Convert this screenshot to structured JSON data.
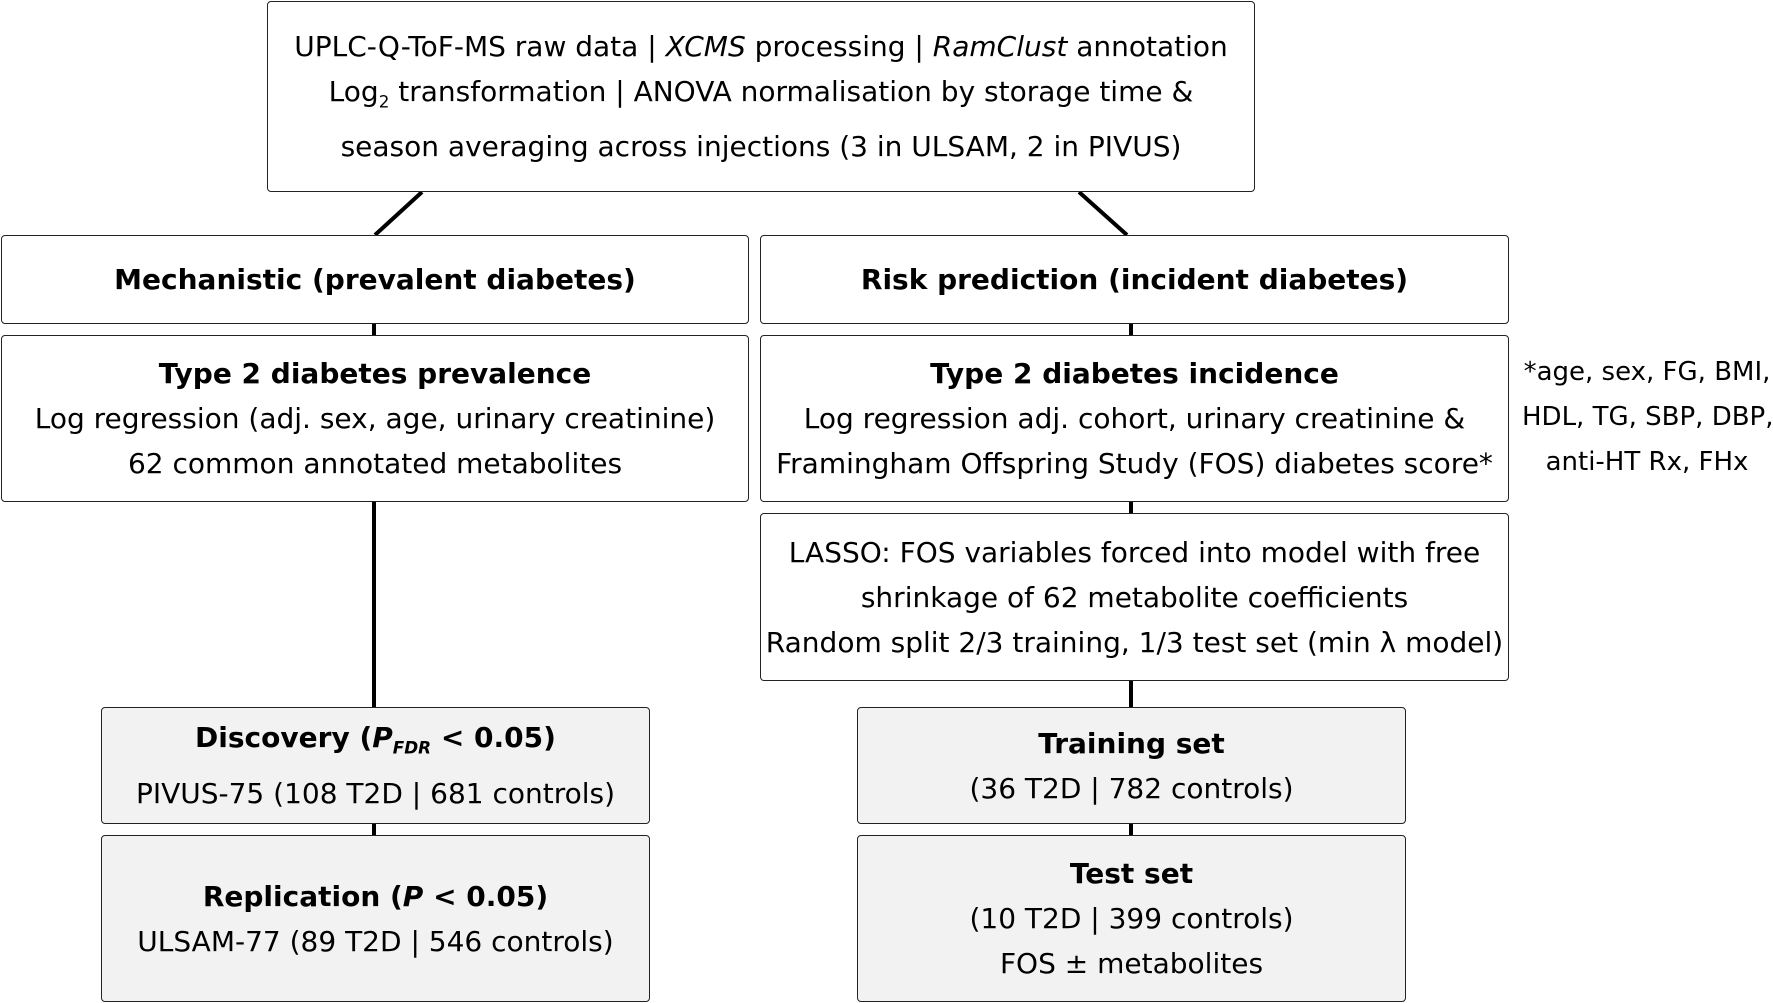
{
  "top": {
    "line1": {
      "a": "UPLC-Q-ToF-MS raw data | ",
      "b": "XCMS",
      "c": " processing | ",
      "d": "RamClust",
      "e": " annotation"
    },
    "line2": {
      "a": "Log",
      "sub": "2",
      "b": " transformation | ANOVA normalisation by storage time &"
    },
    "line3": "season averaging across injections (3 in ULSAM, 2 in PIVUS)"
  },
  "left": {
    "header": "Mechanistic (prevalent diabetes)",
    "prevalence": {
      "title": "Type 2 diabetes prevalence",
      "line1": "Log regression (adj. sex, age, urinary creatinine)",
      "line2": "62 common annotated metabolites"
    },
    "discovery": {
      "title": {
        "a": "Discovery (",
        "p": "P",
        "sub": "FDR",
        "b": " < 0.05)"
      },
      "line": "PIVUS-75 (108 T2D | 681 controls)"
    },
    "replication": {
      "title": {
        "a": "Replication (",
        "p": "P",
        "b": " < 0.05)"
      },
      "line": "ULSAM-77 (89 T2D | 546 controls)"
    }
  },
  "right": {
    "header": "Risk prediction (incident diabetes)",
    "incidence": {
      "title": "Type 2 diabetes incidence",
      "line1": "Log regression adj. cohort, urinary creatinine &",
      "line2": "Framingham Offspring Study (FOS) diabetes score*"
    },
    "lasso": {
      "line1": "LASSO: FOS variables forced into model with free",
      "line2": "shrinkage of 62 metabolite coefficients",
      "line3": "Random split 2/3 training, 1/3 test set (min λ model)"
    },
    "training": {
      "title": "Training set",
      "line": "(36 T2D | 782 controls)"
    },
    "test": {
      "title": "Test set",
      "line1": "(10 T2D | 399 controls)",
      "line2": "FOS ± metabolites"
    }
  },
  "footnote": {
    "line1": "*age, sex, FG, BMI,",
    "line2": "HDL, TG, SBP, DBP,",
    "line3": "anti-HT Rx, FHx"
  }
}
